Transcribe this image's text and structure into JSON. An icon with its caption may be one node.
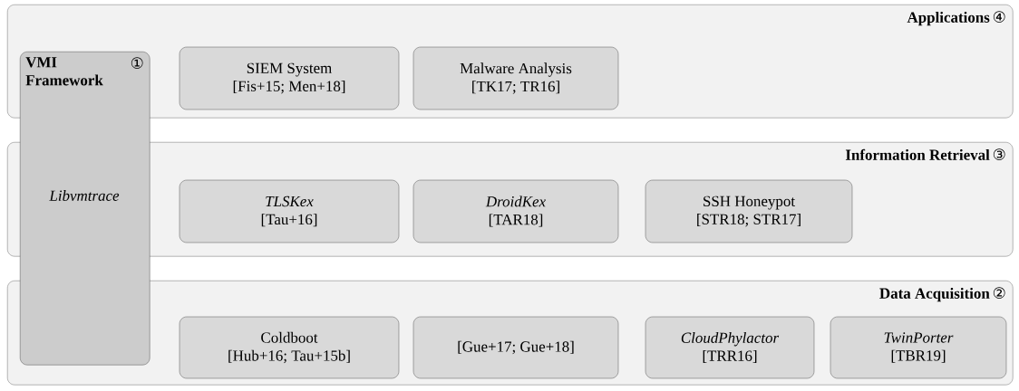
{
  "diagram": {
    "nodes": [
      {
        "text": [
          "Applications",
          "④"
        ]
      },
      {
        "text": [
          "VMI Framework",
          "①",
          "*Libvmtrace*"
        ]
      },
      {
        "text": [
          "SIEM System",
          "[Fis+15; Men+18]"
        ],
        "in": 0
      },
      {
        "text": [
          "Malware Analysis",
          "[TK17; TR16]"
        ],
        "in": 0
      },
      {
        "text": [
          "Information Retrieval",
          "③"
        ]
      },
      {
        "text": [
          "*TLSKex*",
          "[Tau+16]"
        ],
        "in": 4
      },
      {
        "text": [
          "*DroidKex*",
          "[TAR18]"
        ],
        "in": 4
      },
      {
        "text": [
          "SSH Honeypot",
          "[STR18; STR17]"
        ],
        "in": 4
      },
      {
        "text": [
          "Data Acquisition",
          "②"
        ]
      },
      {
        "text": [
          "Coldboot",
          "[Hub+16; Tau+15b]"
        ],
        "in": 8
      },
      {
        "text": [
          "[Gue+17; Gue+18]"
        ],
        "in": 8
      },
      {
        "text": [
          "*CloudPhylactor*",
          "[TRR16]"
        ],
        "in": 8
      },
      {
        "text": [
          "*TwinPorter*",
          "[TBR19]"
        ],
        "in": 8
      }
    ]
  }
}
